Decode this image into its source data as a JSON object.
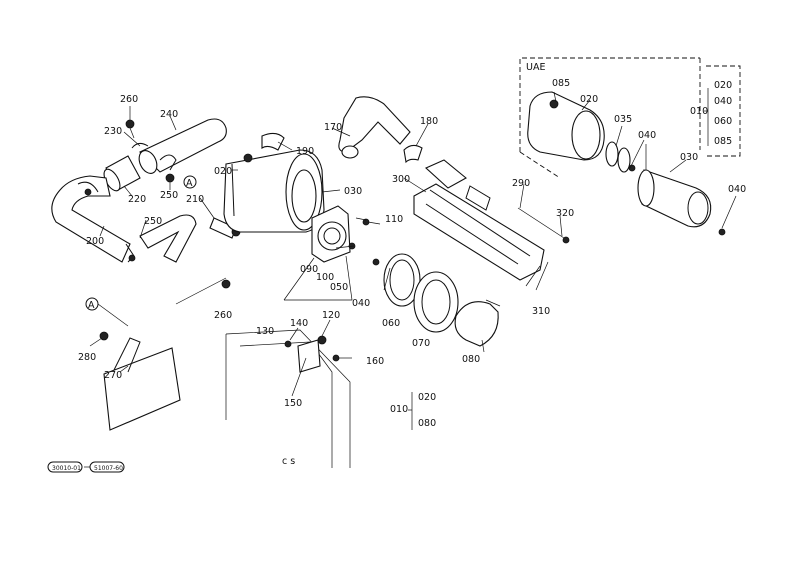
{
  "region_label": "UAE",
  "callouts": {
    "c260a": "260",
    "c240": "240",
    "c230": "230",
    "c220": "220",
    "c250a": "250",
    "c210": "210",
    "c200": "200",
    "c250b": "250",
    "c190": "190",
    "c020": "020",
    "c030": "030",
    "c170": "170",
    "c180": "180",
    "c300": "300",
    "c290": "290",
    "c320": "320",
    "c110": "110",
    "c090": "090",
    "c100": "100",
    "c050": "050",
    "c040": "040",
    "c060": "060",
    "c070": "070",
    "c080": "080",
    "c310": "310",
    "c260b": "260",
    "c120": "120",
    "c140": "140",
    "c130": "130",
    "c160": "160",
    "c150": "150",
    "c280": "280",
    "c270": "270",
    "uae085": "085",
    "uae020": "020",
    "uae035": "035",
    "uae040a": "040",
    "uae030": "030",
    "uae040b": "040"
  },
  "ref_marker": "A",
  "kit_uae": {
    "prefix": "010",
    "items": [
      "020",
      "040",
      "060",
      "085"
    ]
  },
  "kit_main": {
    "prefix": "010",
    "items": [
      "020",
      "080"
    ]
  },
  "serial_from": "30010-01",
  "serial_to": "51007-60",
  "stamp": "c s"
}
